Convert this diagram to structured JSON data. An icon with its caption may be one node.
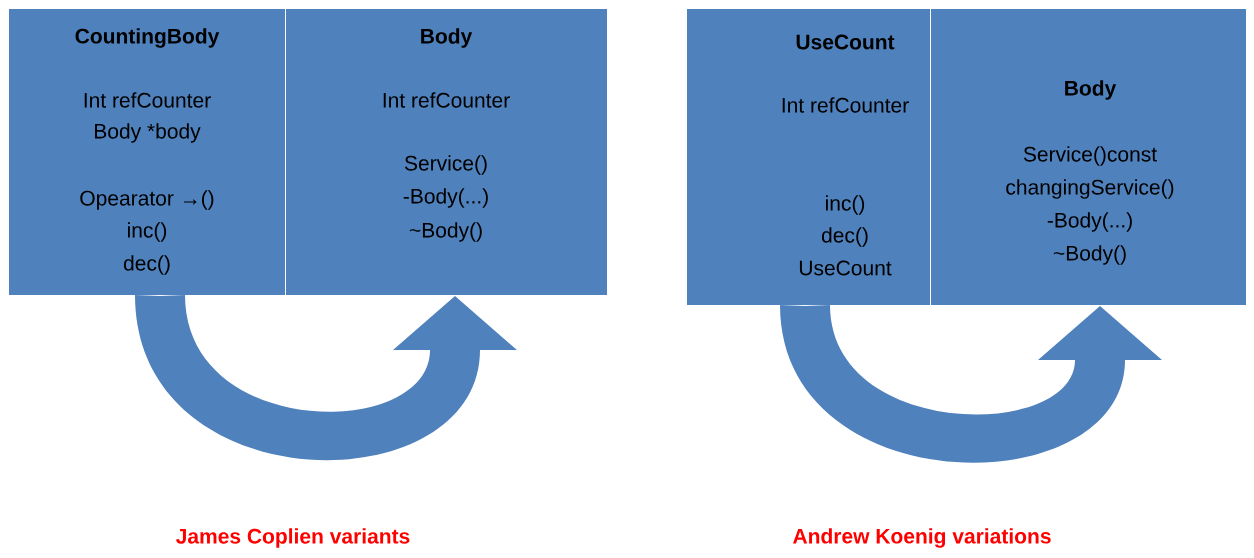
{
  "diagram": {
    "nodes": [
      {
        "text": [
          "CountingBody",
          "Int refCounter",
          "Body *body",
          "Opearator →()",
          "inc()",
          "dec()"
        ]
      },
      {
        "text": [
          "Body",
          "Int refCounter",
          "Service()",
          "-Body(...)",
          "~Body()"
        ]
      },
      {
        "text": [
          "UseCount",
          "Int refCounter",
          "inc()",
          "dec()",
          "UseCount"
        ]
      },
      {
        "text": [
          "Body",
          "Service()const",
          "changingService()",
          "-Body(...)",
          "~Body()"
        ]
      }
    ],
    "edges": [
      {
        "from": 0,
        "to": 1,
        "arrow": "to"
      },
      {
        "from": 2,
        "to": 3,
        "arrow": "to"
      }
    ],
    "labels": [
      "James Coplien variants",
      "Andrew Koenig variations"
    ]
  }
}
